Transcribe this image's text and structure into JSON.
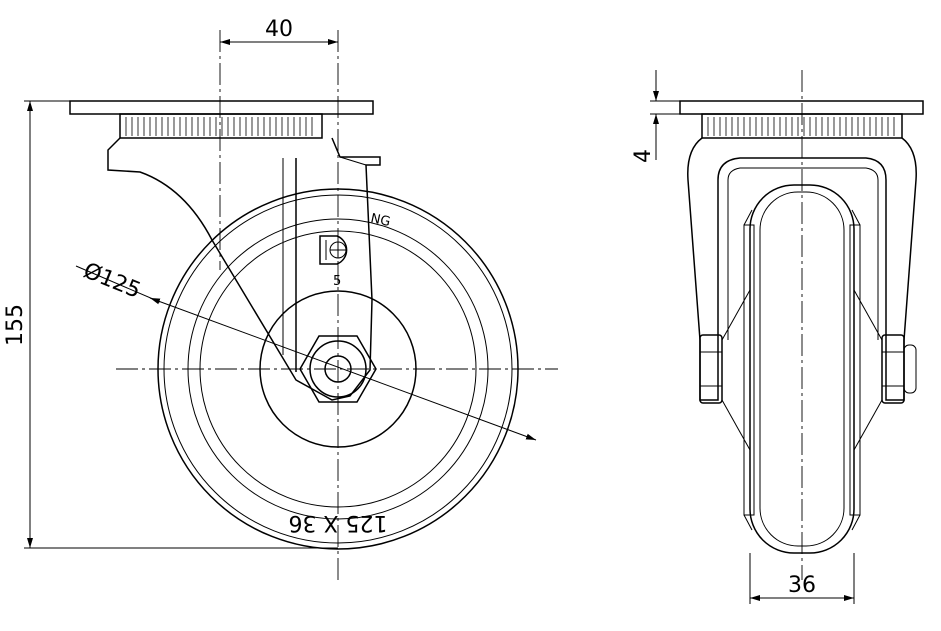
{
  "drawing": {
    "dimensions": {
      "offset": "40",
      "height": "155",
      "diameter": "Ø125",
      "plate_thickness": "4",
      "wheel_width": "36"
    },
    "wheel_marking": "125 X 36",
    "wheel_brand_fragment": "NG",
    "logo_number": "5"
  }
}
